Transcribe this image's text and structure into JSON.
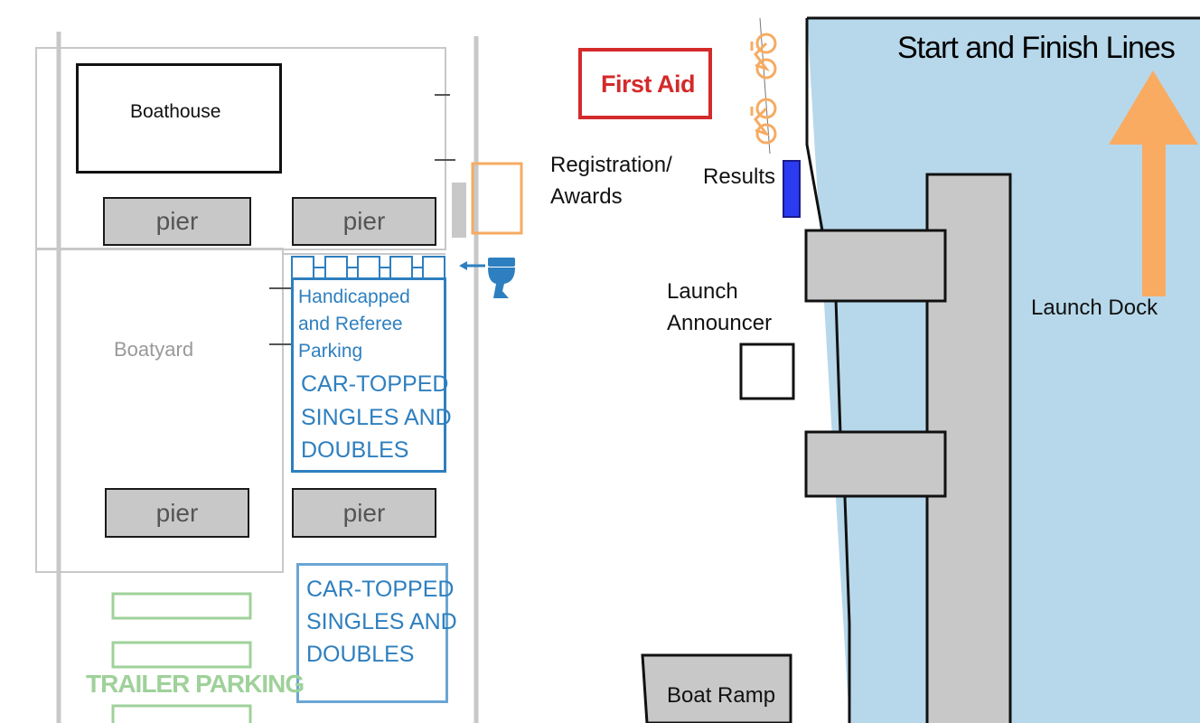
{
  "labels": {
    "boathouse": "Boathouse",
    "pier_1": "pier",
    "pier_2": "pier",
    "pier_3": "pier",
    "pier_4": "pier",
    "boatyard": "Boatyard",
    "handicapped_line1": "Handicapped",
    "handicapped_line2": "and Referee",
    "handicapped_line3": "Parking",
    "cartopped_1_line1": "CAR-TOPPED",
    "cartopped_1_line2": "SINGLES AND",
    "cartopped_1_line3": "DOUBLES",
    "cartopped_2_line1": "CAR-TOPPED",
    "cartopped_2_line2": "SINGLES AND",
    "cartopped_2_line3": "DOUBLES",
    "trailer_parking": "TRAILER PARKING",
    "first_aid": "First Aid",
    "registration_line1": "Registration/",
    "registration_line2": "Awards",
    "results": "Results",
    "launch_announcer_line1": "Launch",
    "launch_announcer_line2": "Announcer",
    "boat_ramp": "Boat Ramp",
    "start_finish": "Start and Finish Lines",
    "launch_dock": "Launch Dock"
  },
  "icons": {
    "bicycles": "bicycle-icon",
    "toilet": "toilet-icon",
    "arrow": "up-arrow-icon"
  },
  "colors": {
    "water": "#b7d8ea",
    "dock": "#c8c8c8",
    "parking_blue": "#2e7fbf",
    "trailer_green": "#9fd19a",
    "first_aid_red": "#d42a2a",
    "registration_orange": "#f6ab62",
    "results_blue": "#2b3bf0",
    "arrow_orange": "#f9ab62"
  }
}
